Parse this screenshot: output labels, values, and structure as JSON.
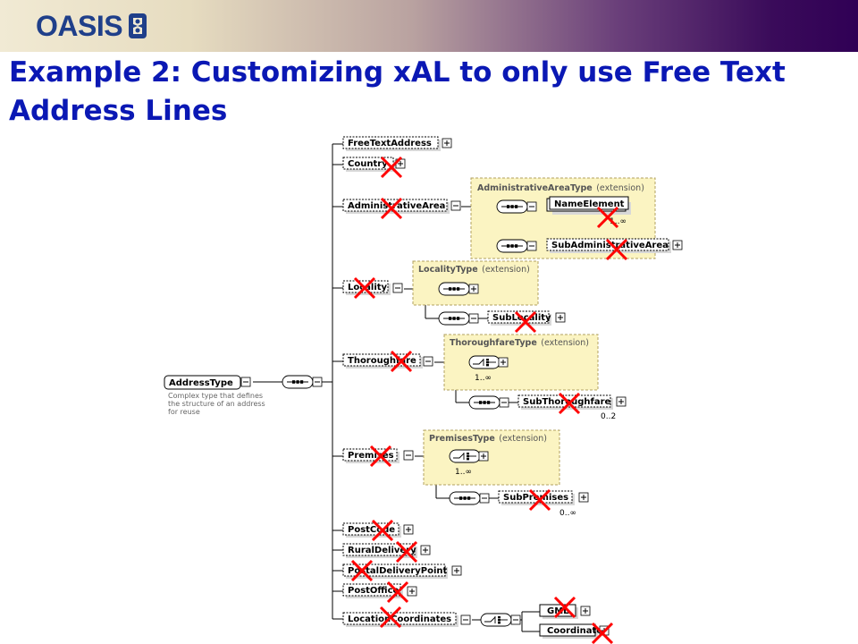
{
  "header": {
    "logo_text": "OASIS",
    "logo_mark": "oasis-logo-icon"
  },
  "title": "Example 2: Customizing xAL to only use Free Text Address Lines",
  "diagram": {
    "root": {
      "label": "AddressType",
      "doc": [
        "Complex type that defines",
        "the structure of an address",
        "for reuse"
      ]
    },
    "elements": {
      "free_text_address": "FreeTextAddress",
      "country": "Country",
      "administrative_area": "AdministrativeArea",
      "locality": "Locality",
      "thoroughfare": "Thoroughfare",
      "premises": "Premises",
      "post_code": "PostCode",
      "rural_delivery": "RuralDelivery",
      "postal_delivery_point": "PostalDeliveryPoint",
      "post_office": "PostOffice",
      "location_coordinates": "LocationCoordinates",
      "name_element": "NameElement",
      "sub_administrative_area": "SubAdministrativeArea",
      "sub_locality": "SubLocality",
      "sub_thoroughfare": "SubThoroughfare",
      "sub_premises": "SubPremises",
      "gml": "GML",
      "coordinates": "Coordinates"
    },
    "types": {
      "administrative_area_type": "AdministrativeAreaType",
      "locality_type": "LocalityType",
      "thoroughfare_type": "ThoroughfareType",
      "premises_type": "PremisesType",
      "extension": "(extension)"
    },
    "cardinalities": {
      "name_element": "1..∞",
      "thoroughfare_choice": "1..∞",
      "sub_thoroughfare": "0..2",
      "premises_choice": "1..∞",
      "sub_premises": "0..∞"
    },
    "removed_marker": "cross-mark-icon",
    "colors": {
      "cross": "#ff0000",
      "type_box": "#fbf4c2",
      "title": "#0a18b4"
    }
  }
}
